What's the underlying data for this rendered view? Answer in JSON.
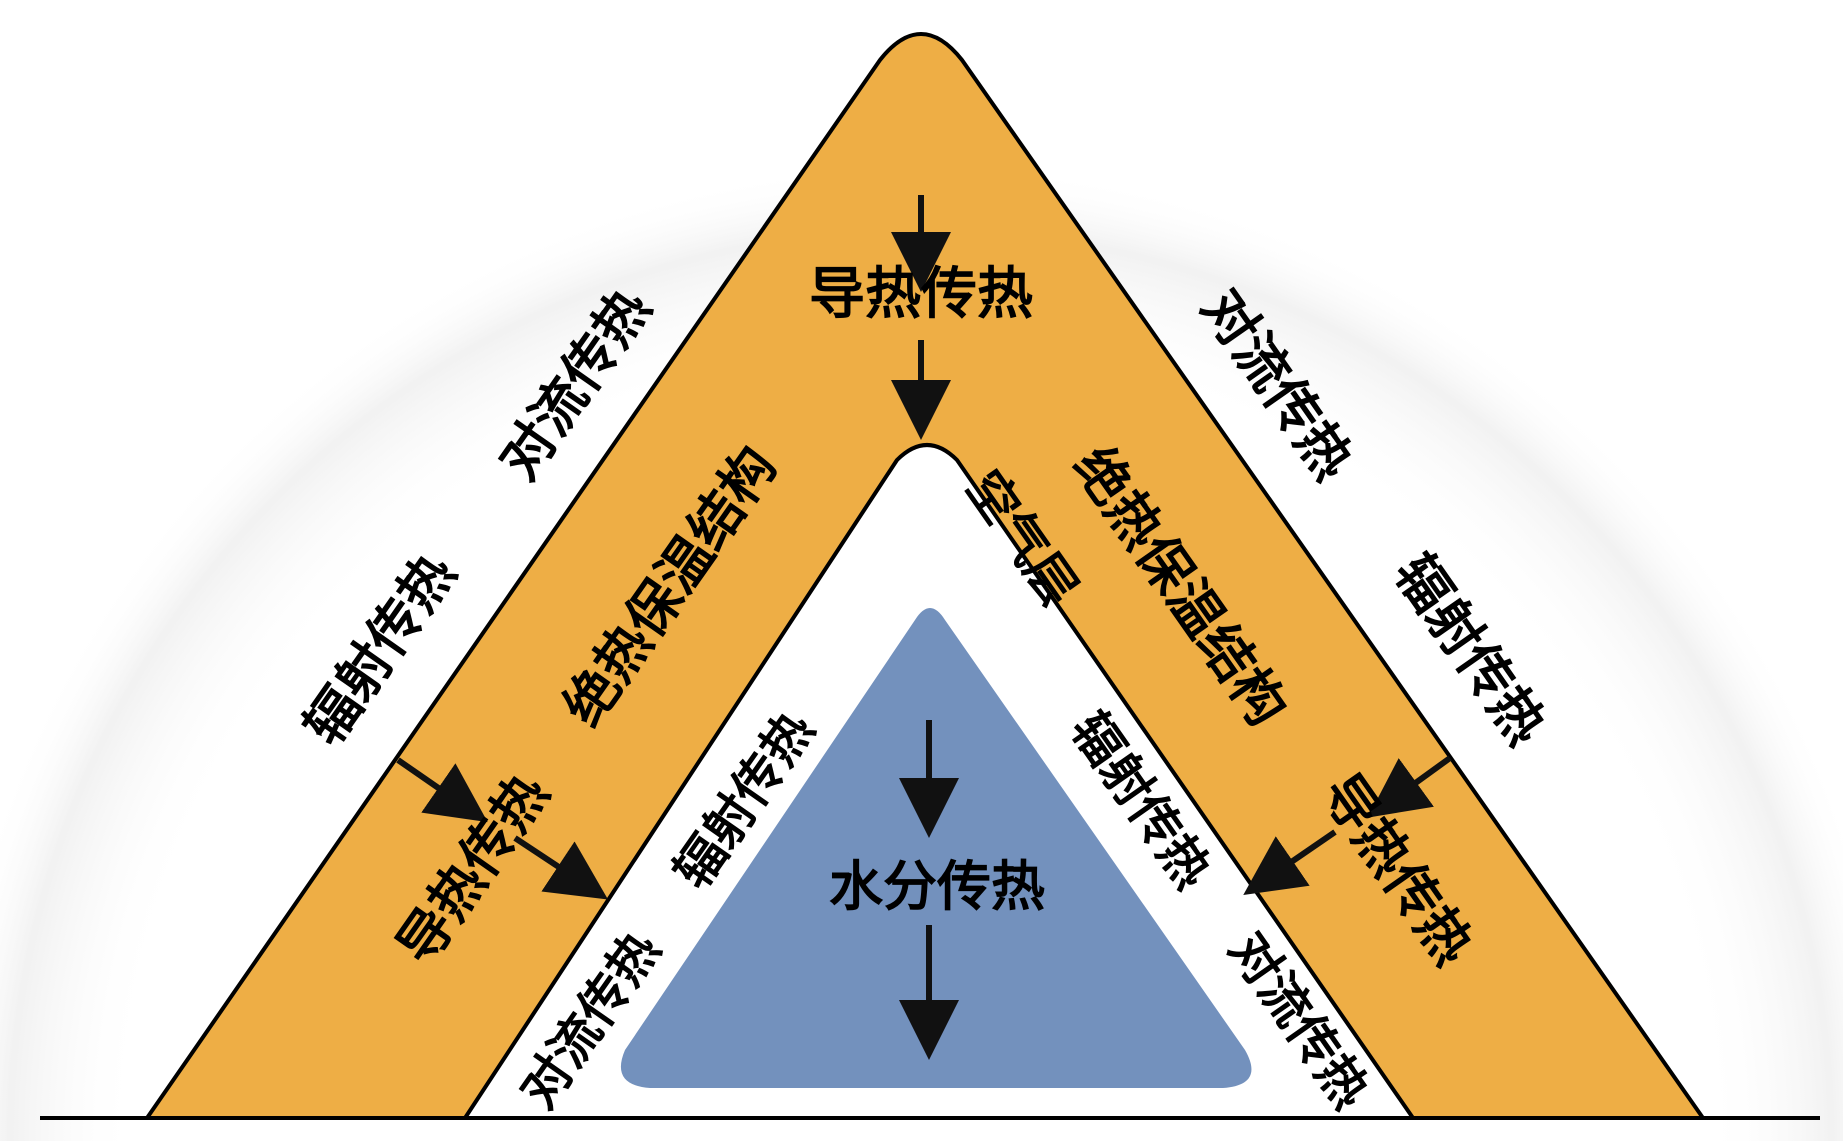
{
  "colors": {
    "background": "#ffffff",
    "insulation": "#eeae45",
    "air_layer": "#ffffff",
    "water": "#7391bd",
    "outline": "#000000",
    "halo": "#f0f0f0"
  },
  "labels": {
    "top_center": "导热传热",
    "inner_center": "水分传热",
    "left_outer_convection": "对流传热",
    "left_outer_radiation": "辐射传热",
    "left_band_structure": "绝热保温结构",
    "left_band_conduction": "导热传热",
    "left_inner_radiation": "辐射传热",
    "left_inner_convection": "对流传热",
    "right_outer_convection": "对流传热",
    "right_outer_radiation": "辐射传热",
    "right_band_structure": "绝热保温结构",
    "right_band_conduction": "导热传热",
    "air_layer": "空气层",
    "right_inner_radiation": "辐射传热",
    "right_inner_convection": "对流传热"
  },
  "icons": {
    "arrows": "arrow-icon"
  }
}
